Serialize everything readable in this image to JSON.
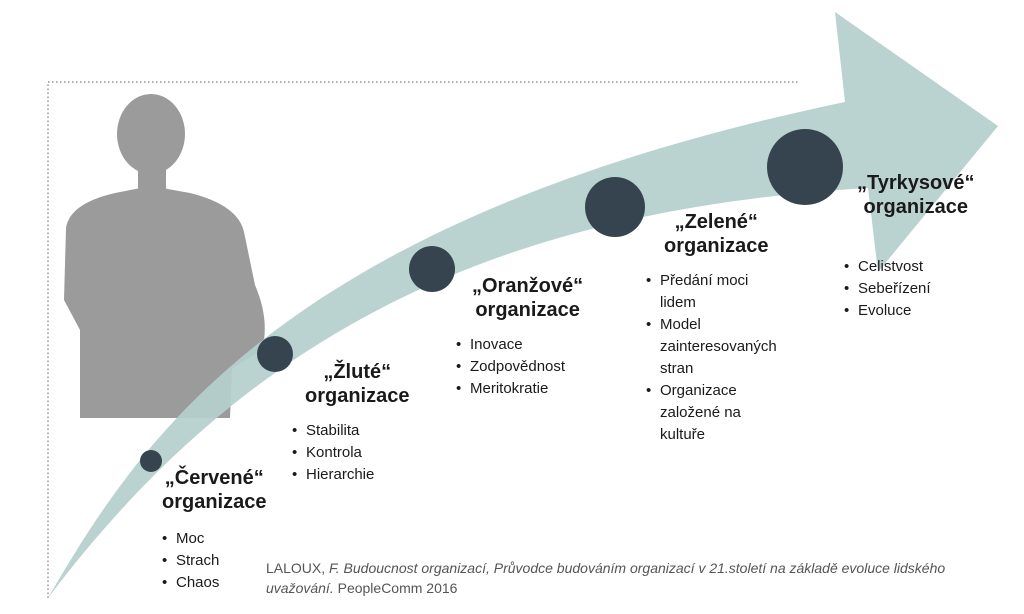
{
  "colors": {
    "arrow": "#b5cfcc",
    "dot": "#36444f",
    "silhouette": "#9b9b9b",
    "frame": "#7f7f7f",
    "text": "#1a1a1a",
    "citation": "#555555"
  },
  "stages": [
    {
      "key": "red",
      "title_1": "„Červené“",
      "title_2": "organizace",
      "items": [
        "Moc",
        "Strach",
        "Chaos"
      ]
    },
    {
      "key": "yellow",
      "title_1": "„Žluté“",
      "title_2": "organizace",
      "items": [
        "Stabilita",
        "Kontrola",
        "Hierarchie"
      ]
    },
    {
      "key": "orange",
      "title_1": "„Oranžové“",
      "title_2": "organizace",
      "items": [
        "Inovace",
        "Zodpovědnost",
        "Meritokratie"
      ]
    },
    {
      "key": "green",
      "title_1": "„Zelené“",
      "title_2": "organizace",
      "items": [
        "Předání moci lidem",
        "Model zainteresovaných stran",
        "Organizace založené na kultuře"
      ]
    },
    {
      "key": "teal",
      "title_1": "„Tyrkysové“",
      "title_2": "organizace",
      "items": [
        "Celistvost",
        "Sebeřízení",
        "Evoluce"
      ]
    }
  ],
  "citation": {
    "author": "LALOUX, ",
    "work": "F. Budoucnost organizací, Průvodce budováním organizací v 21.století na základě evoluce lidského uvažování.",
    "publisher": " PeopleComm 2016"
  }
}
